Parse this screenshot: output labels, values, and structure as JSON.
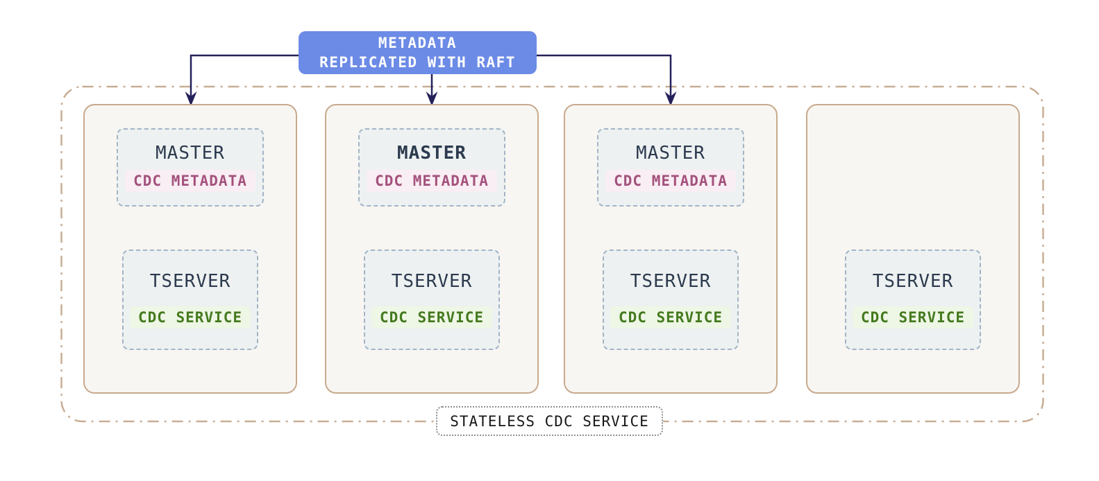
{
  "banner": {
    "line1": "METADATA",
    "line2": "REPLICATED WITH RAFT"
  },
  "footer_label": "STATELESS CDC SERVICE",
  "nodes": [
    {
      "master_title": "MASTER",
      "master_badge": "CDC METADATA",
      "master_emphasis": false,
      "tserver_title": "TSERVER",
      "tserver_badge": "CDC SERVICE"
    },
    {
      "master_title": "MASTER",
      "master_badge": "CDC METADATA",
      "master_emphasis": true,
      "tserver_title": "TSERVER",
      "tserver_badge": "CDC SERVICE"
    },
    {
      "master_title": "MASTER",
      "master_badge": "CDC METADATA",
      "master_emphasis": false,
      "tserver_title": "TSERVER",
      "tserver_badge": "CDC SERVICE"
    },
    {
      "tserver_title": "TSERVER",
      "tserver_badge": "CDC SERVICE"
    }
  ],
  "colors": {
    "banner_bg": "#6c8be6",
    "banner_text": "#ffffff",
    "connector": "#23205a",
    "outer_dashdot_border": "#c8ad94",
    "node_border": "#c8a98d",
    "node_bg": "#f8f6f2",
    "inner_box_bg": "#edf1f1",
    "inner_box_border": "#a2b4c6",
    "title_text": "#2c3a4e",
    "cdc_metadata_text": "#a4517c",
    "cdc_metadata_bg": "#f8eef4",
    "cdc_service_text": "#447a1e",
    "cdc_service_bg": "#eef6e5",
    "footer_border": "#8d8d8d",
    "footer_text": "#161616"
  }
}
